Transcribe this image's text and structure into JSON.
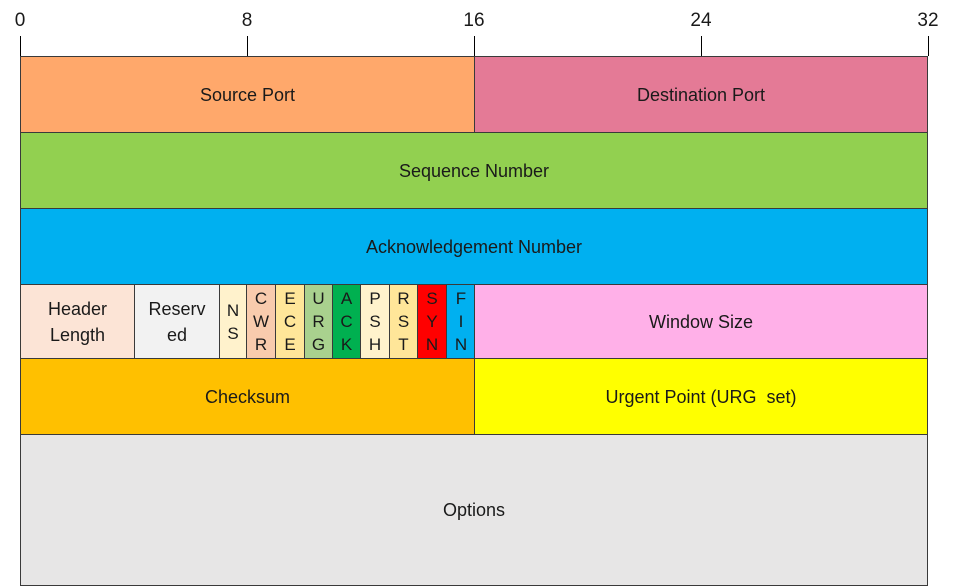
{
  "scale": [
    "0",
    "8",
    "16",
    "24",
    "32"
  ],
  "rows": {
    "source_port": "Source Port",
    "destination_port": "Destination Port",
    "sequence_number": "Sequence Number",
    "ack_number": "Acknowledgement Number",
    "header_length": "Header Length",
    "reserved": "Reserved",
    "window_size": "Window Size",
    "checksum": "Checksum",
    "urgent_point": "Urgent Point (URG  set)",
    "options": "Options"
  },
  "flags": [
    {
      "name": "ns",
      "label": "NS",
      "letters": [
        "N",
        "S"
      ],
      "color": "#FFF2CC"
    },
    {
      "name": "cwr",
      "label": "CWR",
      "letters": [
        "C",
        "W",
        "R"
      ],
      "color": "#F8CBAD"
    },
    {
      "name": "ece",
      "label": "ECE",
      "letters": [
        "E",
        "C",
        "E"
      ],
      "color": "#FFE699"
    },
    {
      "name": "urg",
      "label": "URG",
      "letters": [
        "U",
        "R",
        "G"
      ],
      "color": "#A9D18E"
    },
    {
      "name": "ack",
      "label": "ACK",
      "letters": [
        "A",
        "C",
        "K"
      ],
      "color": "#00B050"
    },
    {
      "name": "psh",
      "label": "PSH",
      "letters": [
        "P",
        "S",
        "H"
      ],
      "color": "#FFF2CC"
    },
    {
      "name": "rst",
      "label": "RST",
      "letters": [
        "R",
        "S",
        "T"
      ],
      "color": "#FFE699"
    },
    {
      "name": "syn",
      "label": "SYN",
      "letters": [
        "S",
        "Y",
        "N"
      ],
      "color": "#FF0000"
    },
    {
      "name": "fin",
      "label": "FIN",
      "letters": [
        "F",
        "I",
        "N"
      ],
      "color": "#00B0F0"
    }
  ],
  "colors": {
    "source_port": "#FFA86B",
    "destination_port": "#E47A96",
    "sequence_number": "#92D050",
    "ack_number": "#00B0F0",
    "header_length": "#FCE4D6",
    "reserved": "#F2F2F2",
    "window_size": "#FFB0E8",
    "checksum": "#FFC000",
    "urgent_point": "#FFFF00",
    "options": "#E7E6E6"
  }
}
